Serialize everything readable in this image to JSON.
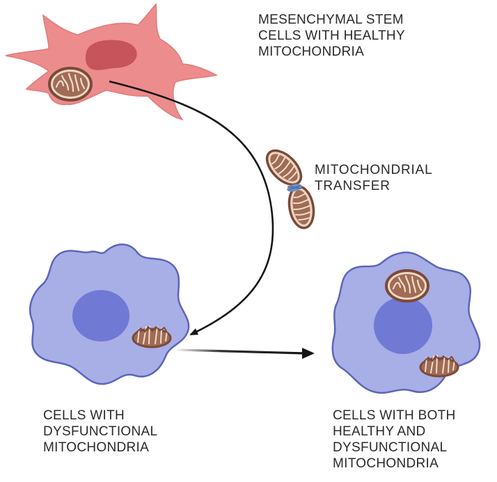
{
  "labels": {
    "msc": [
      "MESENCHYMAL STEM",
      "CELLS WITH HEALTHY",
      "MITOCHONDRIA"
    ],
    "transfer": [
      "MITOCHONDRIAL",
      "TRANSFER"
    ],
    "dysfunctional": [
      "CELLS WITH",
      "DYSFUNCTIONAL",
      "MITOCHONDRIA"
    ],
    "both": [
      "CELLS WITH BOTH",
      "HEALTHY AND",
      "DYSFUNCTIONAL",
      "MITOCHONDRIA"
    ]
  },
  "colors": {
    "stem_cell": "#ec8c8c",
    "stem_nucleus": "#c24e54",
    "target_cell": "#a8aee6",
    "target_nucleus": "#7079d4",
    "mitochondria": "#9c6c55",
    "arrow": "#151515"
  }
}
